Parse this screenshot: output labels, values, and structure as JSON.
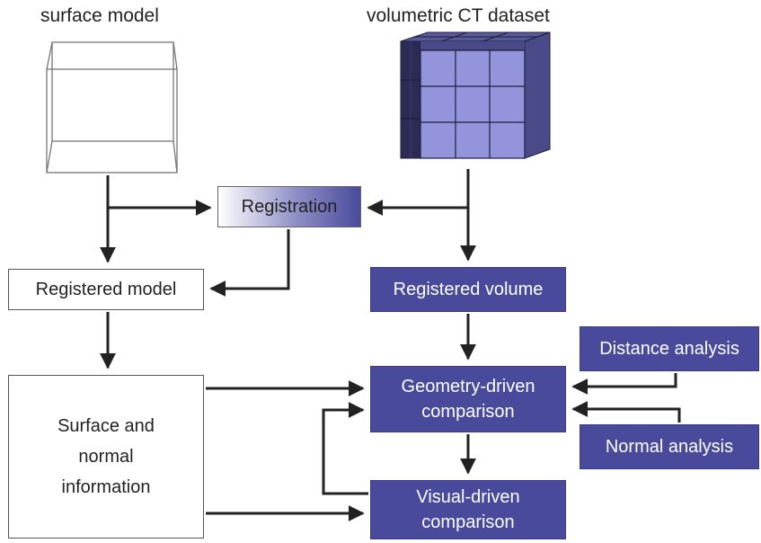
{
  "titles": {
    "surface_model": "surface model",
    "ct_dataset": "volumetric CT dataset"
  },
  "boxes": {
    "registration": "Registration",
    "registered_model": "Registered model",
    "registered_volume": "Registered volume",
    "surface_normal": [
      "Surface and",
      "normal",
      "information"
    ],
    "geometry_driven": [
      "Geometry-driven",
      "comparison"
    ],
    "visual_driven": [
      "Visual-driven",
      "comparison"
    ],
    "distance_analysis": "Distance analysis",
    "normal_analysis": "Normal analysis"
  },
  "colors": {
    "box_blue": "#4a4a9c",
    "cube_face": "#9090d8",
    "cube_dark": "#2a2a52",
    "arrow": "#222222"
  }
}
